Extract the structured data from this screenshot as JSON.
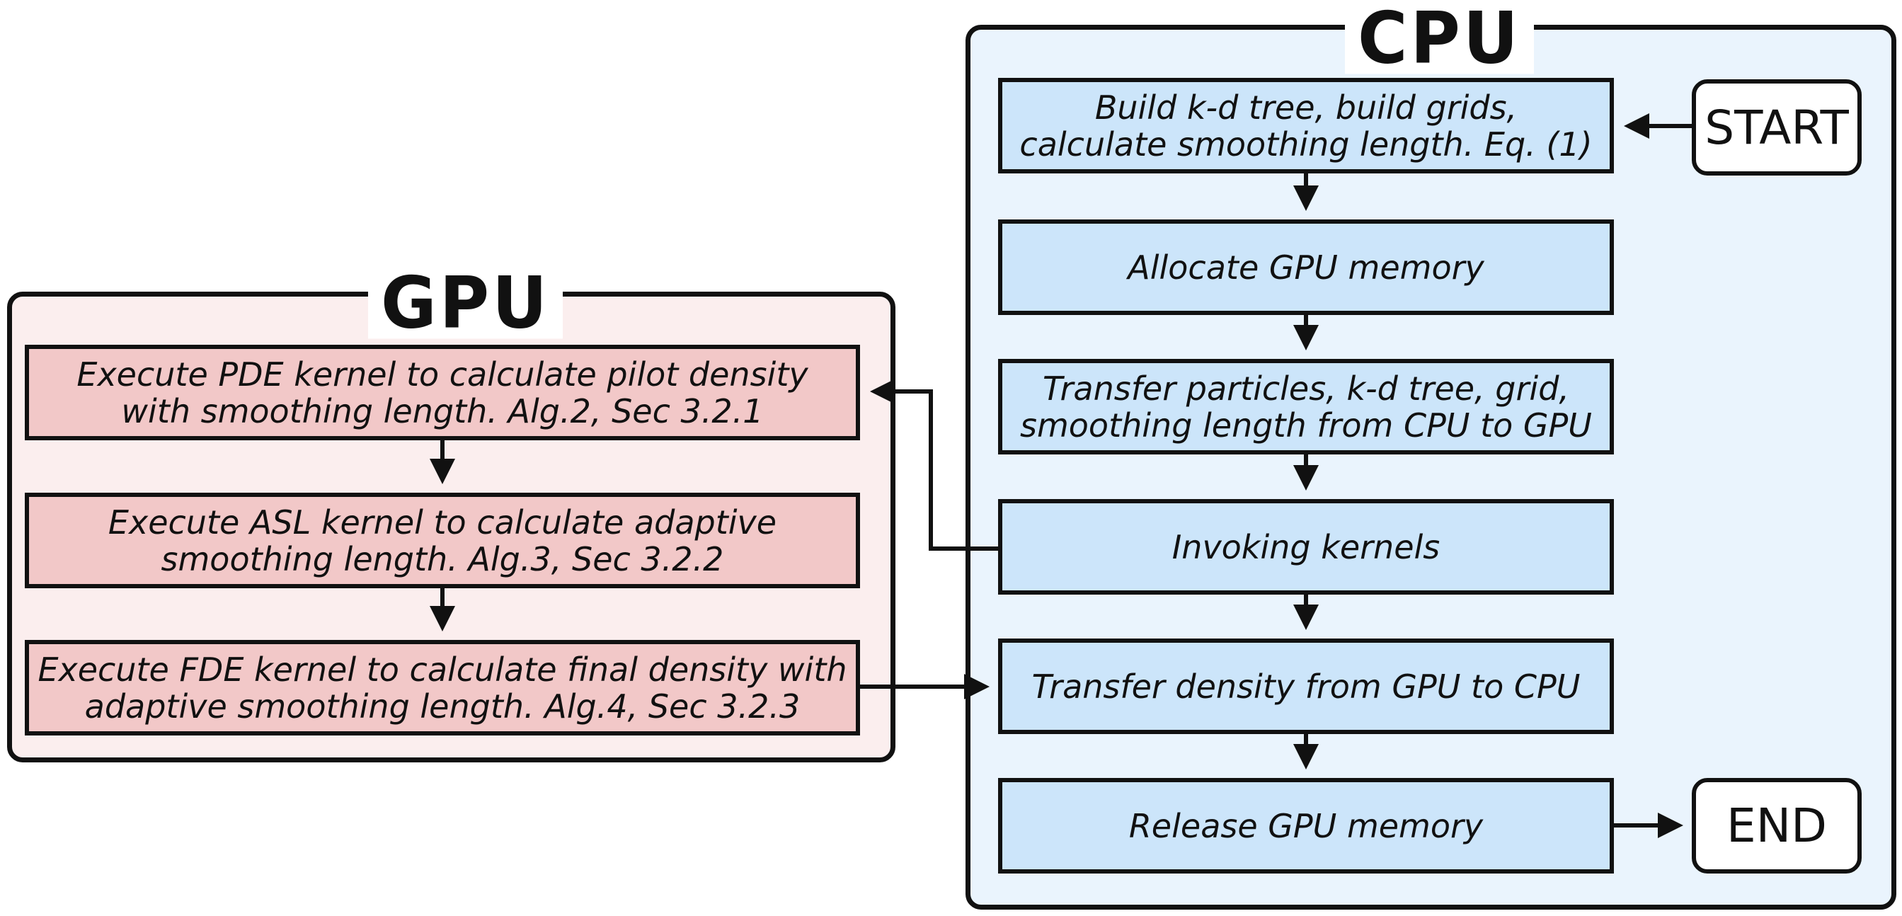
{
  "cpu": {
    "title": "CPU",
    "steps": [
      "Build k-d tree, build grids,\ncalculate smoothing length. Eq. (1)",
      "Allocate GPU memory",
      "Transfer particles, k-d tree, grid,\nsmoothing length from CPU to GPU",
      "Invoking kernels",
      "Transfer density from GPU to CPU",
      "Release GPU memory"
    ],
    "start": "START",
    "end": "END"
  },
  "gpu": {
    "title": "GPU",
    "steps": [
      "Execute PDE kernel to calculate pilot density\nwith smoothing length. Alg.2, Sec 3.2.1",
      "Execute ASL kernel to calculate adaptive\nsmoothing length. Alg.3, Sec 3.2.2",
      "Execute FDE kernel to calculate final density with\nadaptive smoothing length. Alg.4, Sec 3.2.3"
    ]
  },
  "colors": {
    "cpu_panel": "#eaf4fd",
    "cpu_box": "#cce5fa",
    "gpu_panel": "#fbeeee",
    "gpu_box": "#f2c8c8",
    "stroke": "#111111"
  }
}
